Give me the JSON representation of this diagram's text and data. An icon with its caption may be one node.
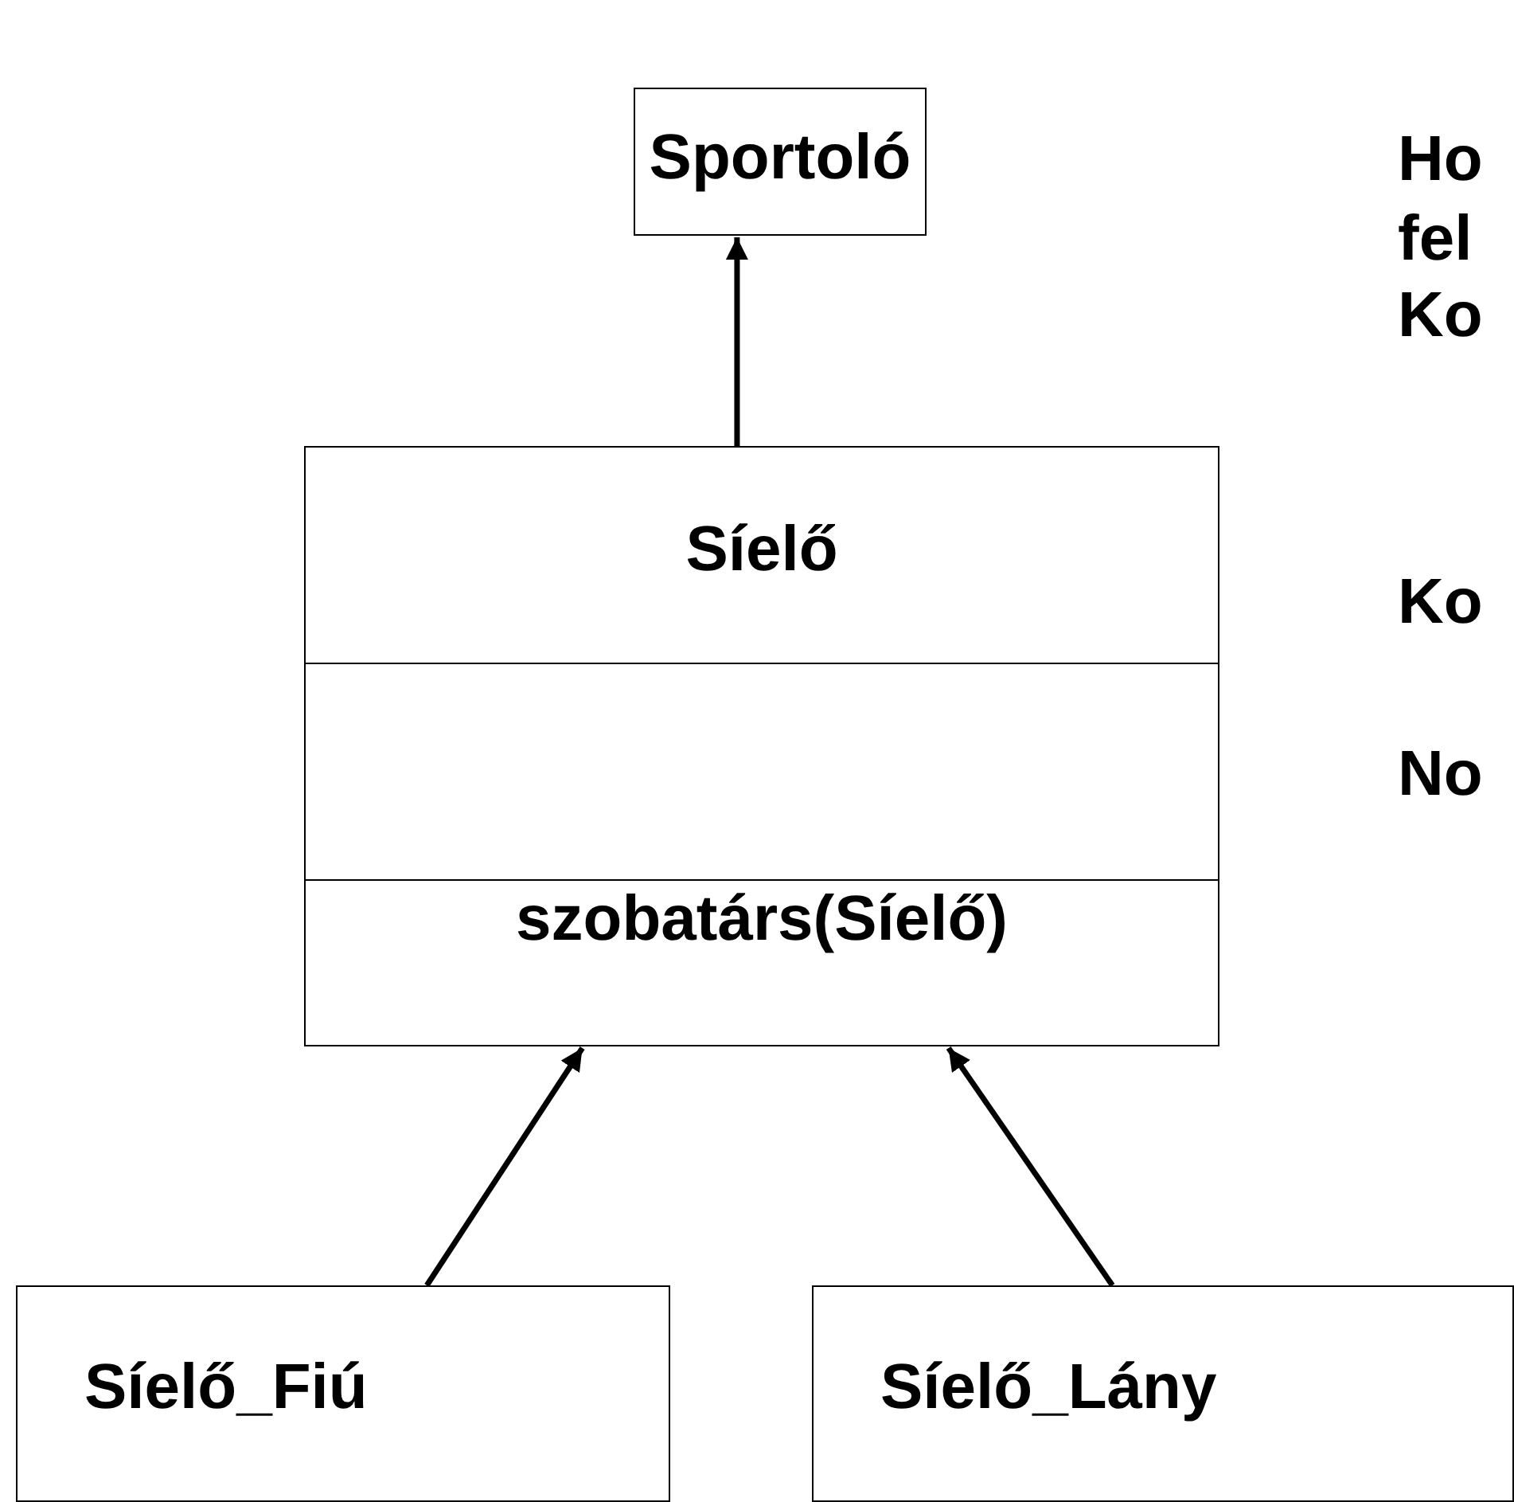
{
  "diagram": {
    "nodes": [
      {
        "text": [
          "Sportoló"
        ]
      },
      {
        "text": [
          "Síelő",
          "szobatárs(Síelő)"
        ]
      },
      {
        "text": [
          "Síelő_Fiú"
        ]
      },
      {
        "text": [
          "Síelő_Lány"
        ]
      }
    ],
    "edges": [
      {
        "from": 1,
        "to": 0,
        "arrow": "to"
      },
      {
        "from": 2,
        "to": 1,
        "arrow": "to"
      },
      {
        "from": 3,
        "to": 1,
        "arrow": "to"
      }
    ],
    "labels": [
      "Ho",
      "fel",
      "Ko",
      "Ko",
      "No"
    ]
  }
}
